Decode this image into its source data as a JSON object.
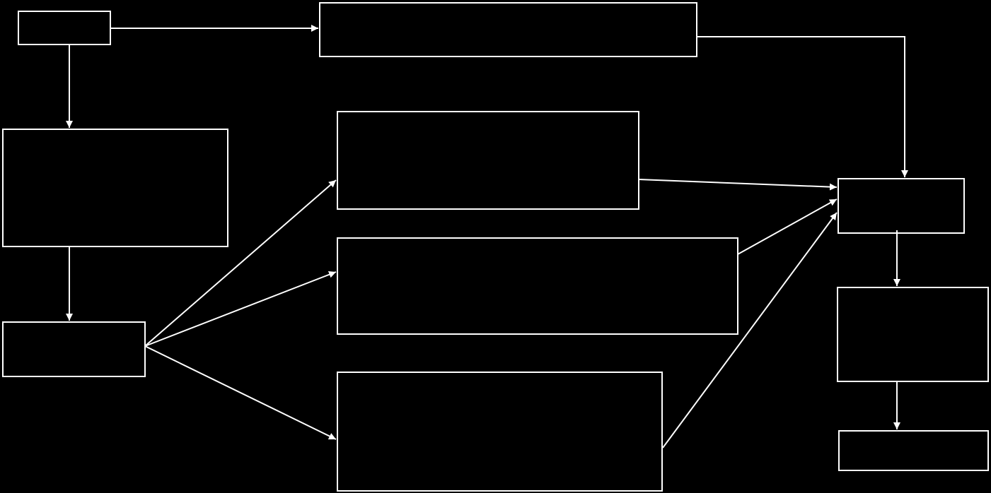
{
  "diagram": {
    "colors": {
      "background": "#000000",
      "stroke": "#ffffff"
    },
    "nodes": [
      {
        "id": "top-left",
        "label": ""
      },
      {
        "id": "top-wide",
        "label": ""
      },
      {
        "id": "left-large",
        "label": ""
      },
      {
        "id": "left-small",
        "label": ""
      },
      {
        "id": "middle-top",
        "label": ""
      },
      {
        "id": "middle-mid",
        "label": ""
      },
      {
        "id": "middle-bottom",
        "label": ""
      },
      {
        "id": "right-top",
        "label": ""
      },
      {
        "id": "right-mid",
        "label": ""
      },
      {
        "id": "right-bottom",
        "label": ""
      }
    ],
    "edges": [
      {
        "from": "top-left",
        "to": "top-wide"
      },
      {
        "from": "top-left",
        "to": "left-large"
      },
      {
        "from": "top-wide",
        "to": "right-top"
      },
      {
        "from": "left-large",
        "to": "left-small"
      },
      {
        "from": "left-small",
        "to": "middle-top"
      },
      {
        "from": "left-small",
        "to": "middle-mid"
      },
      {
        "from": "left-small",
        "to": "middle-bottom"
      },
      {
        "from": "middle-top",
        "to": "right-top"
      },
      {
        "from": "middle-mid",
        "to": "right-top"
      },
      {
        "from": "middle-bottom",
        "to": "right-top"
      },
      {
        "from": "right-top",
        "to": "right-mid"
      },
      {
        "from": "right-mid",
        "to": "right-bottom"
      }
    ]
  }
}
